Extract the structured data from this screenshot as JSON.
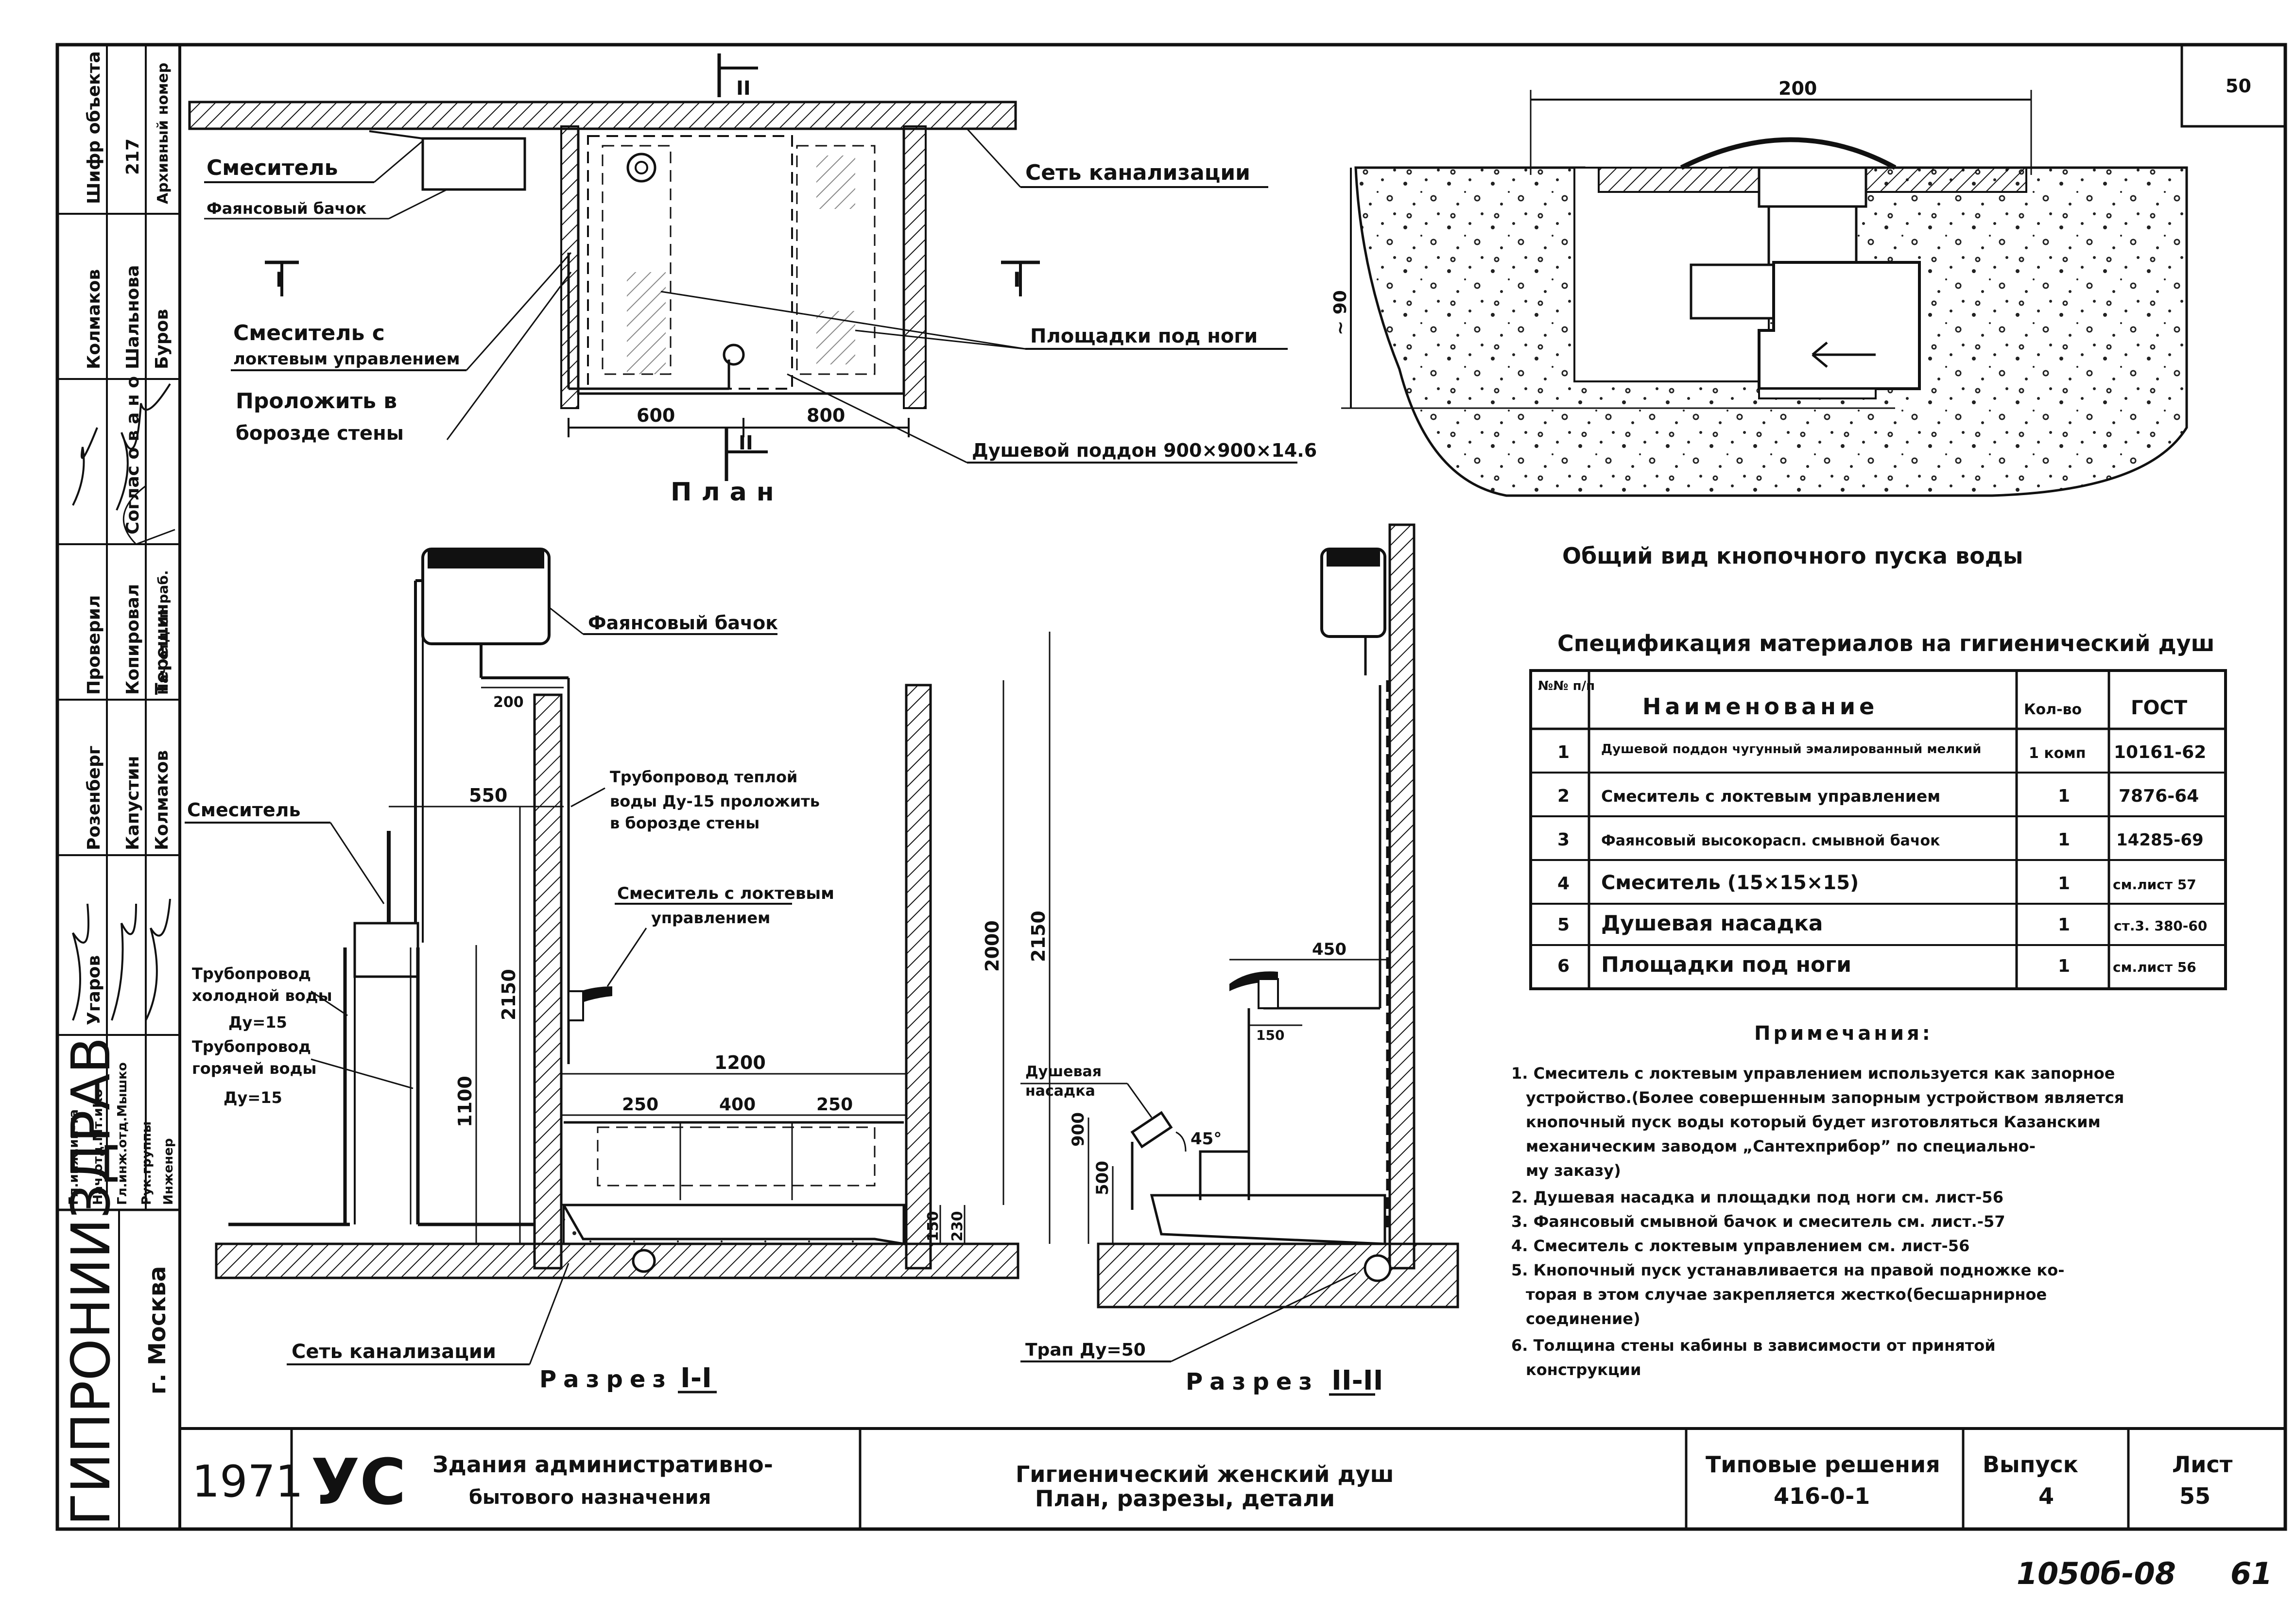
{
  "sheet": {
    "number_top": "50",
    "footer_code": "1050б-08",
    "footer_page": "61"
  },
  "side_stamp": {
    "cipher_label": "Шифр объекта",
    "cipher_value": "217",
    "archive_label": "Архивный номер",
    "rows": [
      {
        "role": "Колмаков",
        "name": "Шальнова"
      },
      {
        "role": "Н О",
        "name": "Буров"
      },
      {
        "role": "Соглас о в а н о",
        "name": "Нач.отд.сп.раб."
      },
      {
        "role": "Проверил",
        "name": "Копировал"
      },
      {
        "role": "Розенберг",
        "name": "Капустин"
      },
      {
        "role": "Угаров",
        "name": "Колмаков"
      },
      {
        "role": "Терешин",
        "name": ""
      }
    ],
    "positions": [
      "Гл.инж.ин-та",
      "Нач.отд.Мт.иКо",
      "Гл.инж.отд.Мышко",
      "Рук.группы",
      "Инженер"
    ],
    "org": "ГИПРОНИИЗДРАВ",
    "city": "г. Москва"
  },
  "plan": {
    "title": "План",
    "labels": {
      "mixer": "Смеситель",
      "tank": "Фаянсовый бачок",
      "sewer": "Сеть канализации",
      "mixer_elbow_1": "Смеситель с",
      "mixer_elbow_2": "локтевым управлением",
      "lay_1": "Проложить в",
      "lay_2": "борозде стены",
      "footpads": "Площадки под ноги",
      "tray": "Душевой поддон 900×900×14.6",
      "cut1": "I",
      "cut2": "II"
    },
    "dims": [
      "600",
      "800"
    ]
  },
  "detail": {
    "title": "Общий вид кнопочного пуска воды",
    "dims": [
      "200",
      "~ 90"
    ]
  },
  "section1": {
    "title": "Разрез",
    "roman": "I-I",
    "labels": {
      "tank": "Фаянсовый бачок",
      "mixer": "Смеситель",
      "pipe_warm_1": "Трубопровод теплой",
      "pipe_warm_2": "воды Ду-15 проложить",
      "pipe_warm_3": "в борозде стены",
      "mixer_elbow_1": "Смеситель с локтевым",
      "mixer_elbow_2": "управлением",
      "cold_1": "Трубопровод",
      "cold_2": "холодной воды",
      "cold_3": "Ду=15",
      "hot_1": "Трубопровод",
      "hot_2": "горячей воды",
      "hot_3": "Ду=15",
      "sewer": "Сеть канализации"
    },
    "dims": [
      "200",
      "550",
      "2150",
      "1100",
      "1200",
      "250",
      "400",
      "250",
      "150",
      "230",
      "2000"
    ]
  },
  "section2": {
    "title": "Разрез",
    "roman": "II-II",
    "labels": {
      "nozzle_1": "Душевая",
      "nozzle_2": "насадка",
      "drain": "Трап Ду=50",
      "angle": "45°"
    },
    "dims": [
      "2150",
      "450",
      "150",
      "900",
      "500"
    ]
  },
  "spec": {
    "title": "Спецификация материалов на гигиенический душ",
    "headers": [
      "№№ п/п",
      "Наименование",
      "Кол-во",
      "ГОСТ"
    ],
    "rows": [
      [
        "1",
        "Душевой поддон чугунный эмалированный мелкий",
        "1 комп",
        "10161-62"
      ],
      [
        "2",
        "Смеситель с локтевым управлением",
        "1",
        "7876-64"
      ],
      [
        "3",
        "Фаянсовый высокорасп. смывной бачок",
        "1",
        "14285-69"
      ],
      [
        "4",
        "Смеситель (15×15×15)",
        "1",
        "см.лист 57"
      ],
      [
        "5",
        "Душевая насадка",
        "1",
        "ст.3. 380-60"
      ],
      [
        "6",
        "Площадки под ноги",
        "1",
        "см.лист 56"
      ]
    ]
  },
  "notes": {
    "title": "Примечания:",
    "lines": [
      "1. Смеситель с локтевым управлением используется как запорное",
      "устройство.(Более совершенным запорным устройством является",
      "кнопочный пуск воды который будет изготовляться Казанским",
      "механическим заводом „Сантехприбор” по специально-",
      "му заказу)",
      "2. Душевая насадка и площадки под ноги см. лист-56",
      "3. Фаянсовый смывной бачок и смеситель см. лист.-57",
      "4. Смеситель с локтевым управлением см. лист-56",
      "5. Кнопочный пуск устанавливается на правой подножке ко-",
      "торая в этом случае закрепляется жестко(бесшарнирное",
      "соединение)",
      "6. Толщина стены кабины в зависимости от принятой",
      "конструкции"
    ]
  },
  "title_block": {
    "year": "1971",
    "logo": "УС",
    "project_1": "Здания административно-",
    "project_2": "бытового назначения",
    "drawing_1": "Гигиенический женский душ",
    "drawing_2": "План, разрезы, детали",
    "series_label": "Типовые решения",
    "series_value": "416-0-1",
    "issue_label": "Выпуск",
    "issue_value": "4",
    "sheet_label": "Лист",
    "sheet_value": "55"
  }
}
